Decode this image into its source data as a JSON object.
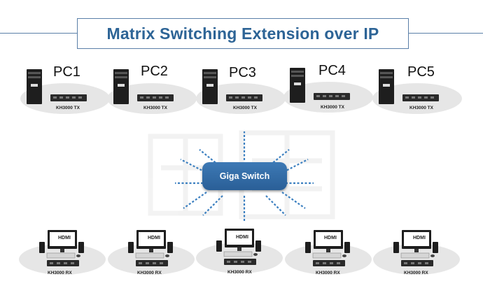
{
  "title": "Matrix Switching Extension over IP",
  "pcs": [
    {
      "label": "PC1",
      "device": "KH3000 TX"
    },
    {
      "label": "PC2",
      "device": "KH3000 TX"
    },
    {
      "label": "PC3",
      "device": "KH3000 TX"
    },
    {
      "label": "PC4",
      "device": "KH3000 TX"
    },
    {
      "label": "PC5",
      "device": "KH3000 TX"
    }
  ],
  "switch": {
    "label": "Giga Switch"
  },
  "receivers": [
    {
      "screen": "HDMI",
      "device": "KH3000 RX"
    },
    {
      "screen": "HDMI",
      "device": "KH3000 RX"
    },
    {
      "screen": "HDMI",
      "device": "KH3000 RX"
    },
    {
      "screen": "HDMI",
      "device": "KH3000 RX"
    },
    {
      "screen": "HDMI",
      "device": "KH3000 RX"
    }
  ],
  "colors": {
    "accent": "#2d6496",
    "switch": "#2f68a3",
    "rays": "#3b7fc0",
    "base": "#e6e6e6"
  }
}
